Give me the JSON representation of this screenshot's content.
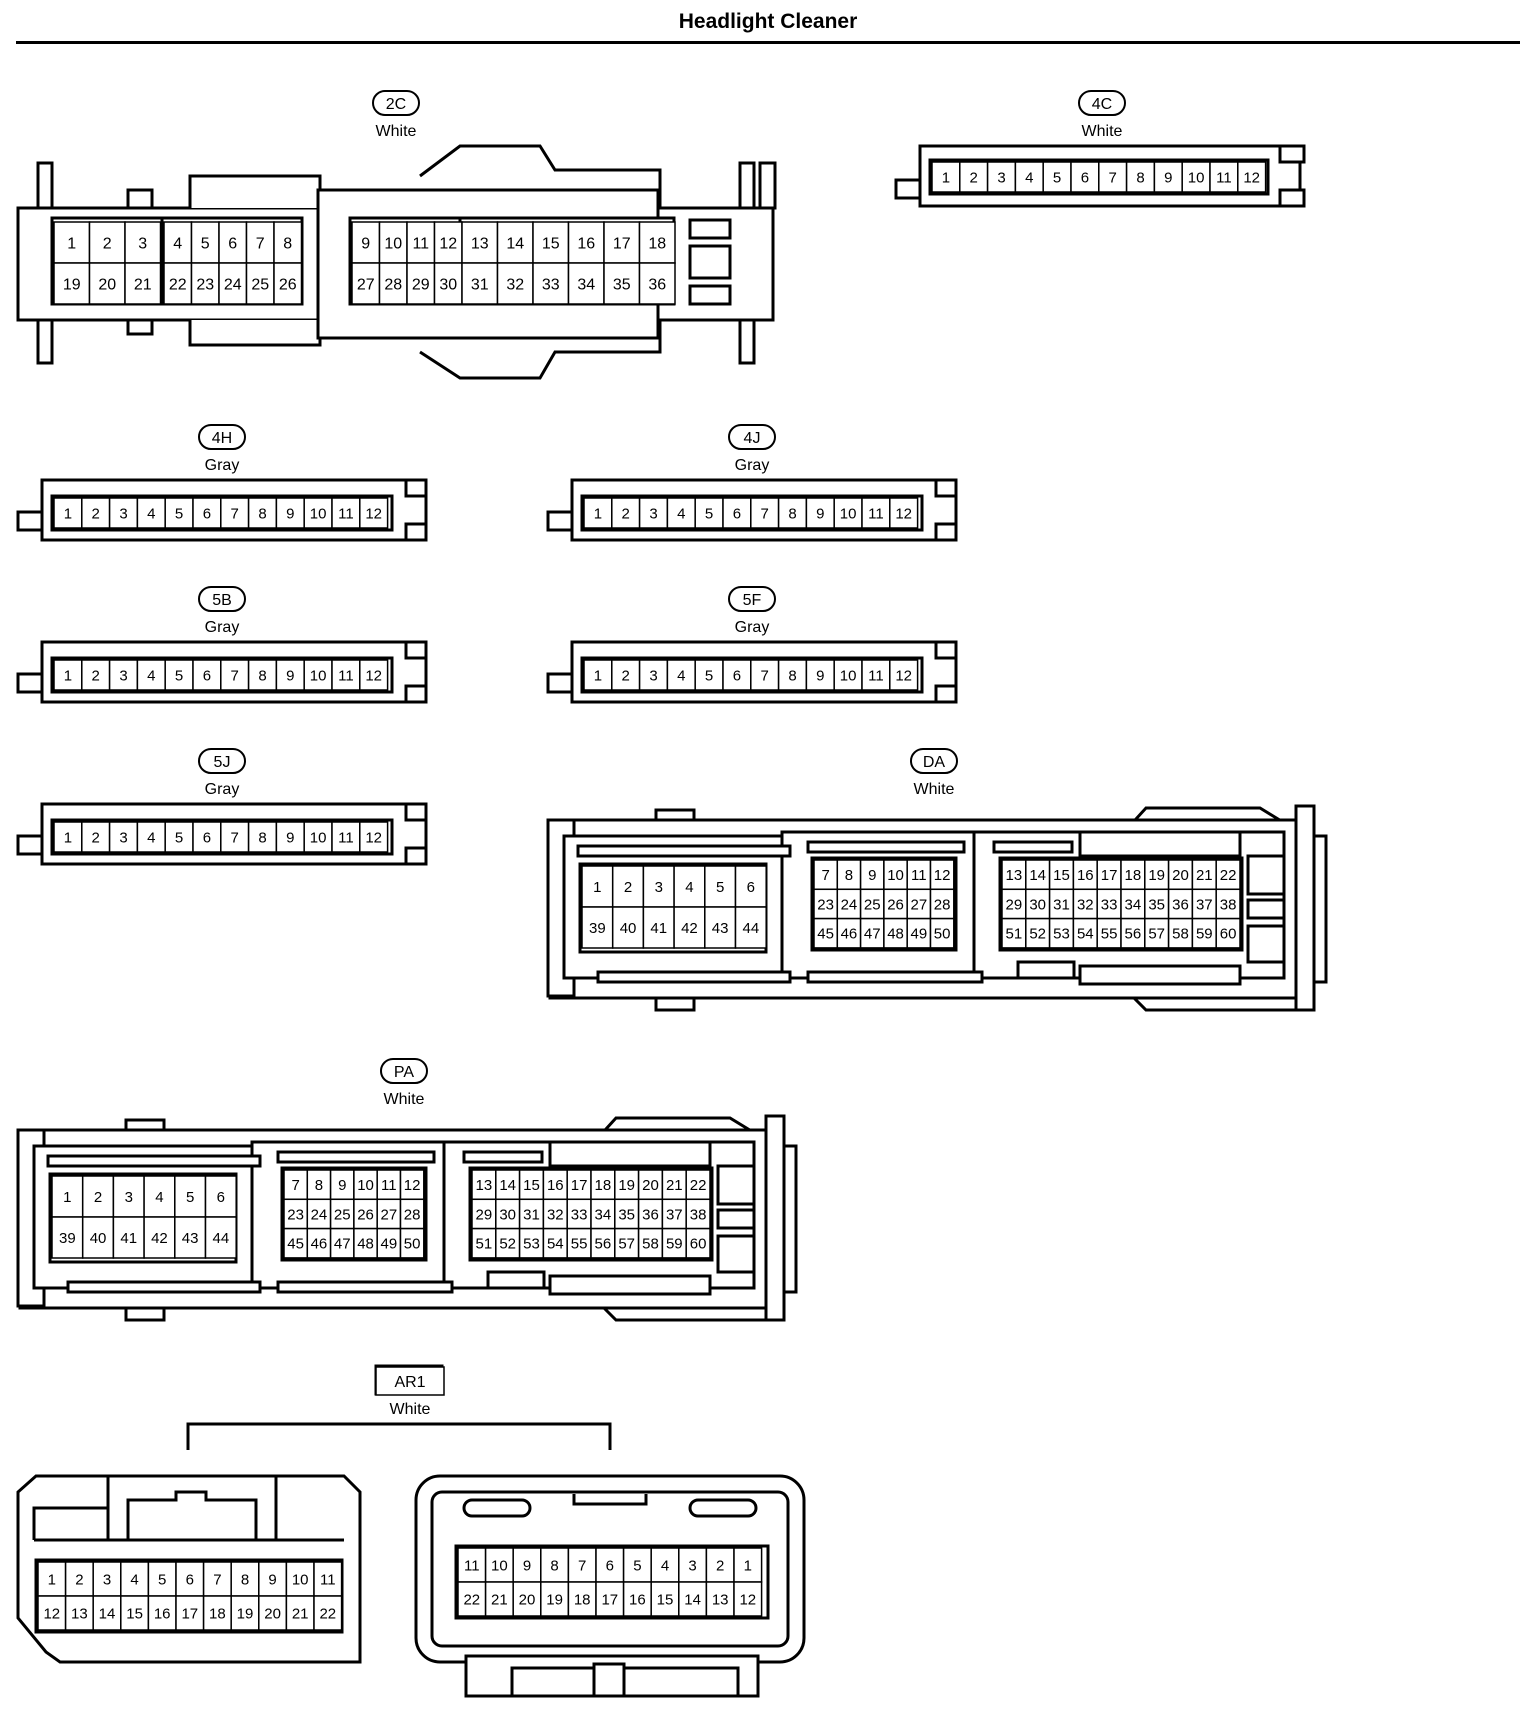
{
  "title": "Headlight Cleaner",
  "connectors": [
    {
      "id": "2C",
      "color": "White"
    },
    {
      "id": "4C",
      "color": "White"
    },
    {
      "id": "4H",
      "color": "Gray"
    },
    {
      "id": "4J",
      "color": "Gray"
    },
    {
      "id": "5B",
      "color": "Gray"
    },
    {
      "id": "5F",
      "color": "Gray"
    },
    {
      "id": "5J",
      "color": "Gray"
    },
    {
      "id": "DA",
      "color": "White"
    },
    {
      "id": "PA",
      "color": "White"
    },
    {
      "id": "AR1",
      "color": "White"
    }
  ],
  "pins": {
    "c2C": {
      "a": [
        [
          "1",
          "2",
          "3"
        ],
        [
          "19",
          "20",
          "21"
        ]
      ],
      "b": [
        [
          "4",
          "5",
          "6",
          "7",
          "8"
        ],
        [
          "22",
          "23",
          "24",
          "25",
          "26"
        ]
      ],
      "c": [
        [
          "9",
          "10",
          "11",
          "12"
        ],
        [
          "27",
          "28",
          "29",
          "30"
        ]
      ],
      "d": [
        [
          "13",
          "14",
          "15",
          "16",
          "17",
          "18"
        ],
        [
          "31",
          "32",
          "33",
          "34",
          "35",
          "36"
        ]
      ]
    },
    "twelve": [
      "1",
      "2",
      "3",
      "4",
      "5",
      "6",
      "7",
      "8",
      "9",
      "10",
      "11",
      "12"
    ],
    "big": {
      "a": [
        [
          "1",
          "2",
          "3",
          "4",
          "5",
          "6"
        ],
        [
          "39",
          "40",
          "41",
          "42",
          "43",
          "44"
        ]
      ],
      "b": [
        [
          "7",
          "8",
          "9",
          "10",
          "11",
          "12"
        ],
        [
          "23",
          "24",
          "25",
          "26",
          "27",
          "28"
        ],
        [
          "45",
          "46",
          "47",
          "48",
          "49",
          "50"
        ]
      ],
      "c": [
        [
          "13",
          "14",
          "15",
          "16",
          "17",
          "18",
          "19",
          "20",
          "21",
          "22"
        ],
        [
          "29",
          "30",
          "31",
          "32",
          "33",
          "34",
          "35",
          "36",
          "37",
          "38"
        ],
        [
          "51",
          "52",
          "53",
          "54",
          "55",
          "56",
          "57",
          "58",
          "59",
          "60"
        ]
      ]
    },
    "ar1_left": [
      [
        "1",
        "2",
        "3",
        "4",
        "5",
        "6",
        "7",
        "8",
        "9",
        "10",
        "11"
      ],
      [
        "12",
        "13",
        "14",
        "15",
        "16",
        "17",
        "18",
        "19",
        "20",
        "21",
        "22"
      ]
    ],
    "ar1_right": [
      [
        "11",
        "10",
        "9",
        "8",
        "7",
        "6",
        "5",
        "4",
        "3",
        "2",
        "1"
      ],
      [
        "22",
        "21",
        "20",
        "19",
        "18",
        "17",
        "16",
        "15",
        "14",
        "13",
        "12"
      ]
    ]
  }
}
